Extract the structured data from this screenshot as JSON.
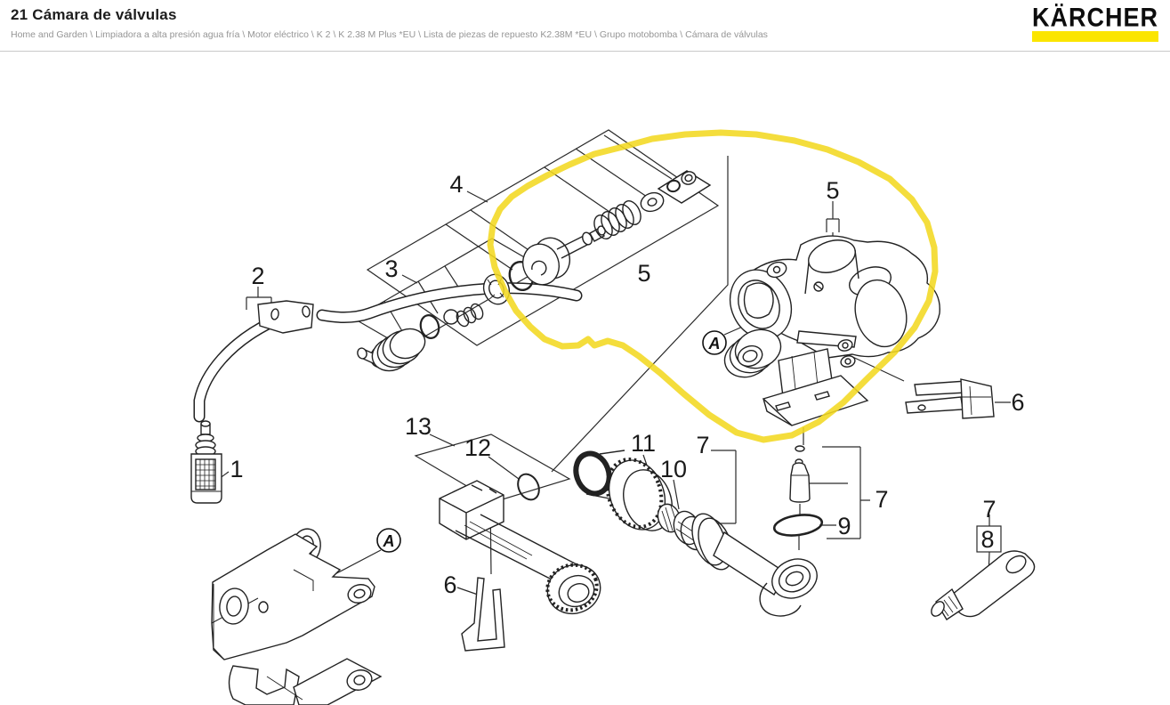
{
  "header": {
    "title": "21 Cámara de válvulas",
    "breadcrumb": "Home and Garden \\ Limpiadora a alta presión agua fría \\ Motor eléctrico \\ K 2 \\ K 2.38 M Plus *EU \\ Lista de piezas de repuesto K2.38M *EU \\ Grupo motobomba \\ Cámara de válvulas",
    "logo_text": "KÄRCHER",
    "logo_bar_color": "#fbe500"
  },
  "diagram": {
    "highlight_color": "#f2d821",
    "line_color": "#222222",
    "labels": [
      {
        "text": "4"
      },
      {
        "text": "3"
      },
      {
        "text": "5"
      },
      {
        "text": "5"
      },
      {
        "text": "2"
      },
      {
        "text": "1"
      },
      {
        "text": "13"
      },
      {
        "text": "12"
      },
      {
        "text": "11"
      },
      {
        "text": "7"
      },
      {
        "text": "10"
      },
      {
        "text": "6"
      },
      {
        "text": "6"
      },
      {
        "text": "7"
      },
      {
        "text": "9"
      },
      {
        "text": "7"
      },
      {
        "text": "8"
      }
    ],
    "markers": [
      {
        "text": "A"
      },
      {
        "text": "A"
      }
    ]
  }
}
